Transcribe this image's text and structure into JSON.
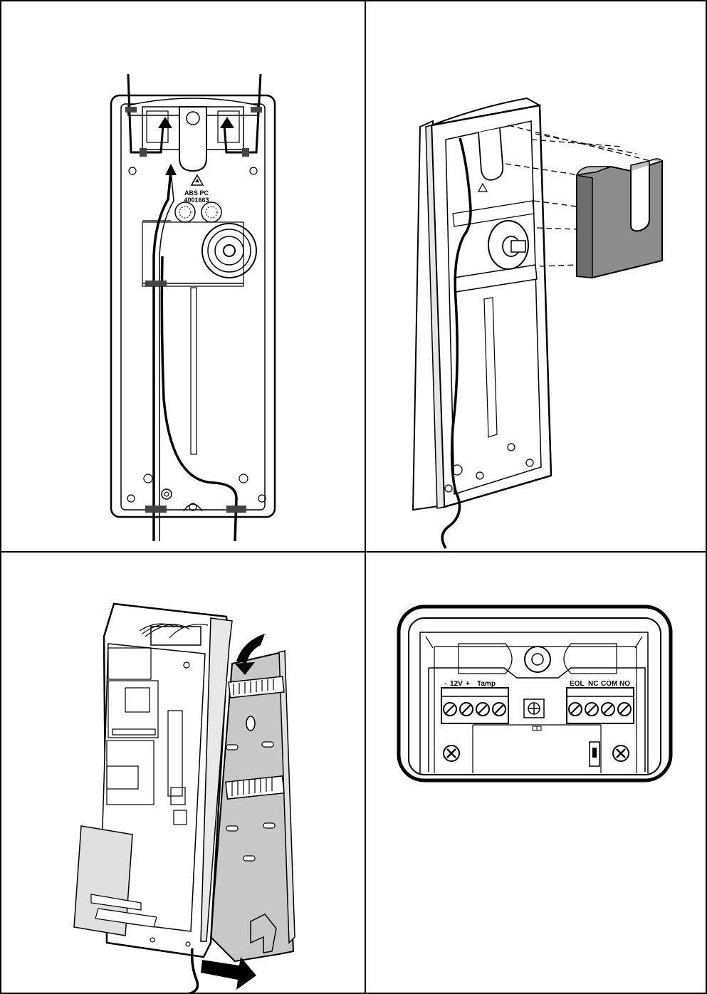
{
  "panel_3": {
    "material_mark": "ABS PC",
    "part_number": "4001663"
  },
  "panel_4": {
    "terminal_group_left": {
      "minus": "-",
      "voltage": "12V",
      "plus": "+",
      "tamper": "Tamp"
    },
    "terminal_group_right": {
      "eol": "EOL",
      "nc": "NC",
      "com": "COM",
      "no": "NO"
    }
  },
  "icons": [
    "recycling-icon",
    "arrow-up-icon",
    "arrow-curved-icon",
    "arrow-right-icon",
    "screw-icon",
    "terminal-screw-icon"
  ],
  "colors": {
    "line": "#000000",
    "paper": "#ffffff",
    "shade": "#8c8c8c",
    "light_shade": "#d9d9d9",
    "bracket": "#c8c8c8"
  }
}
